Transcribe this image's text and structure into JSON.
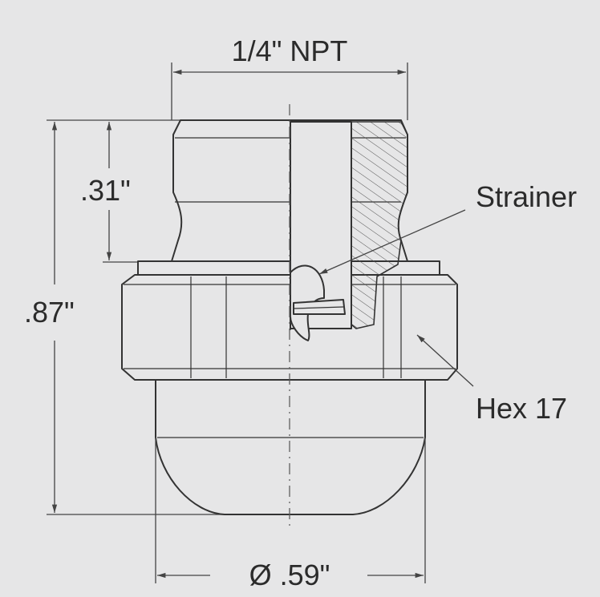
{
  "labels": {
    "thread_size": "1/4\" NPT",
    "thread_length": ".31\"",
    "overall_height": ".87\"",
    "strainer": "Strainer",
    "hex": "Hex 17",
    "diameter": "Ø .59\""
  },
  "colors": {
    "background": "#e6e6e7",
    "line": "#333333"
  }
}
